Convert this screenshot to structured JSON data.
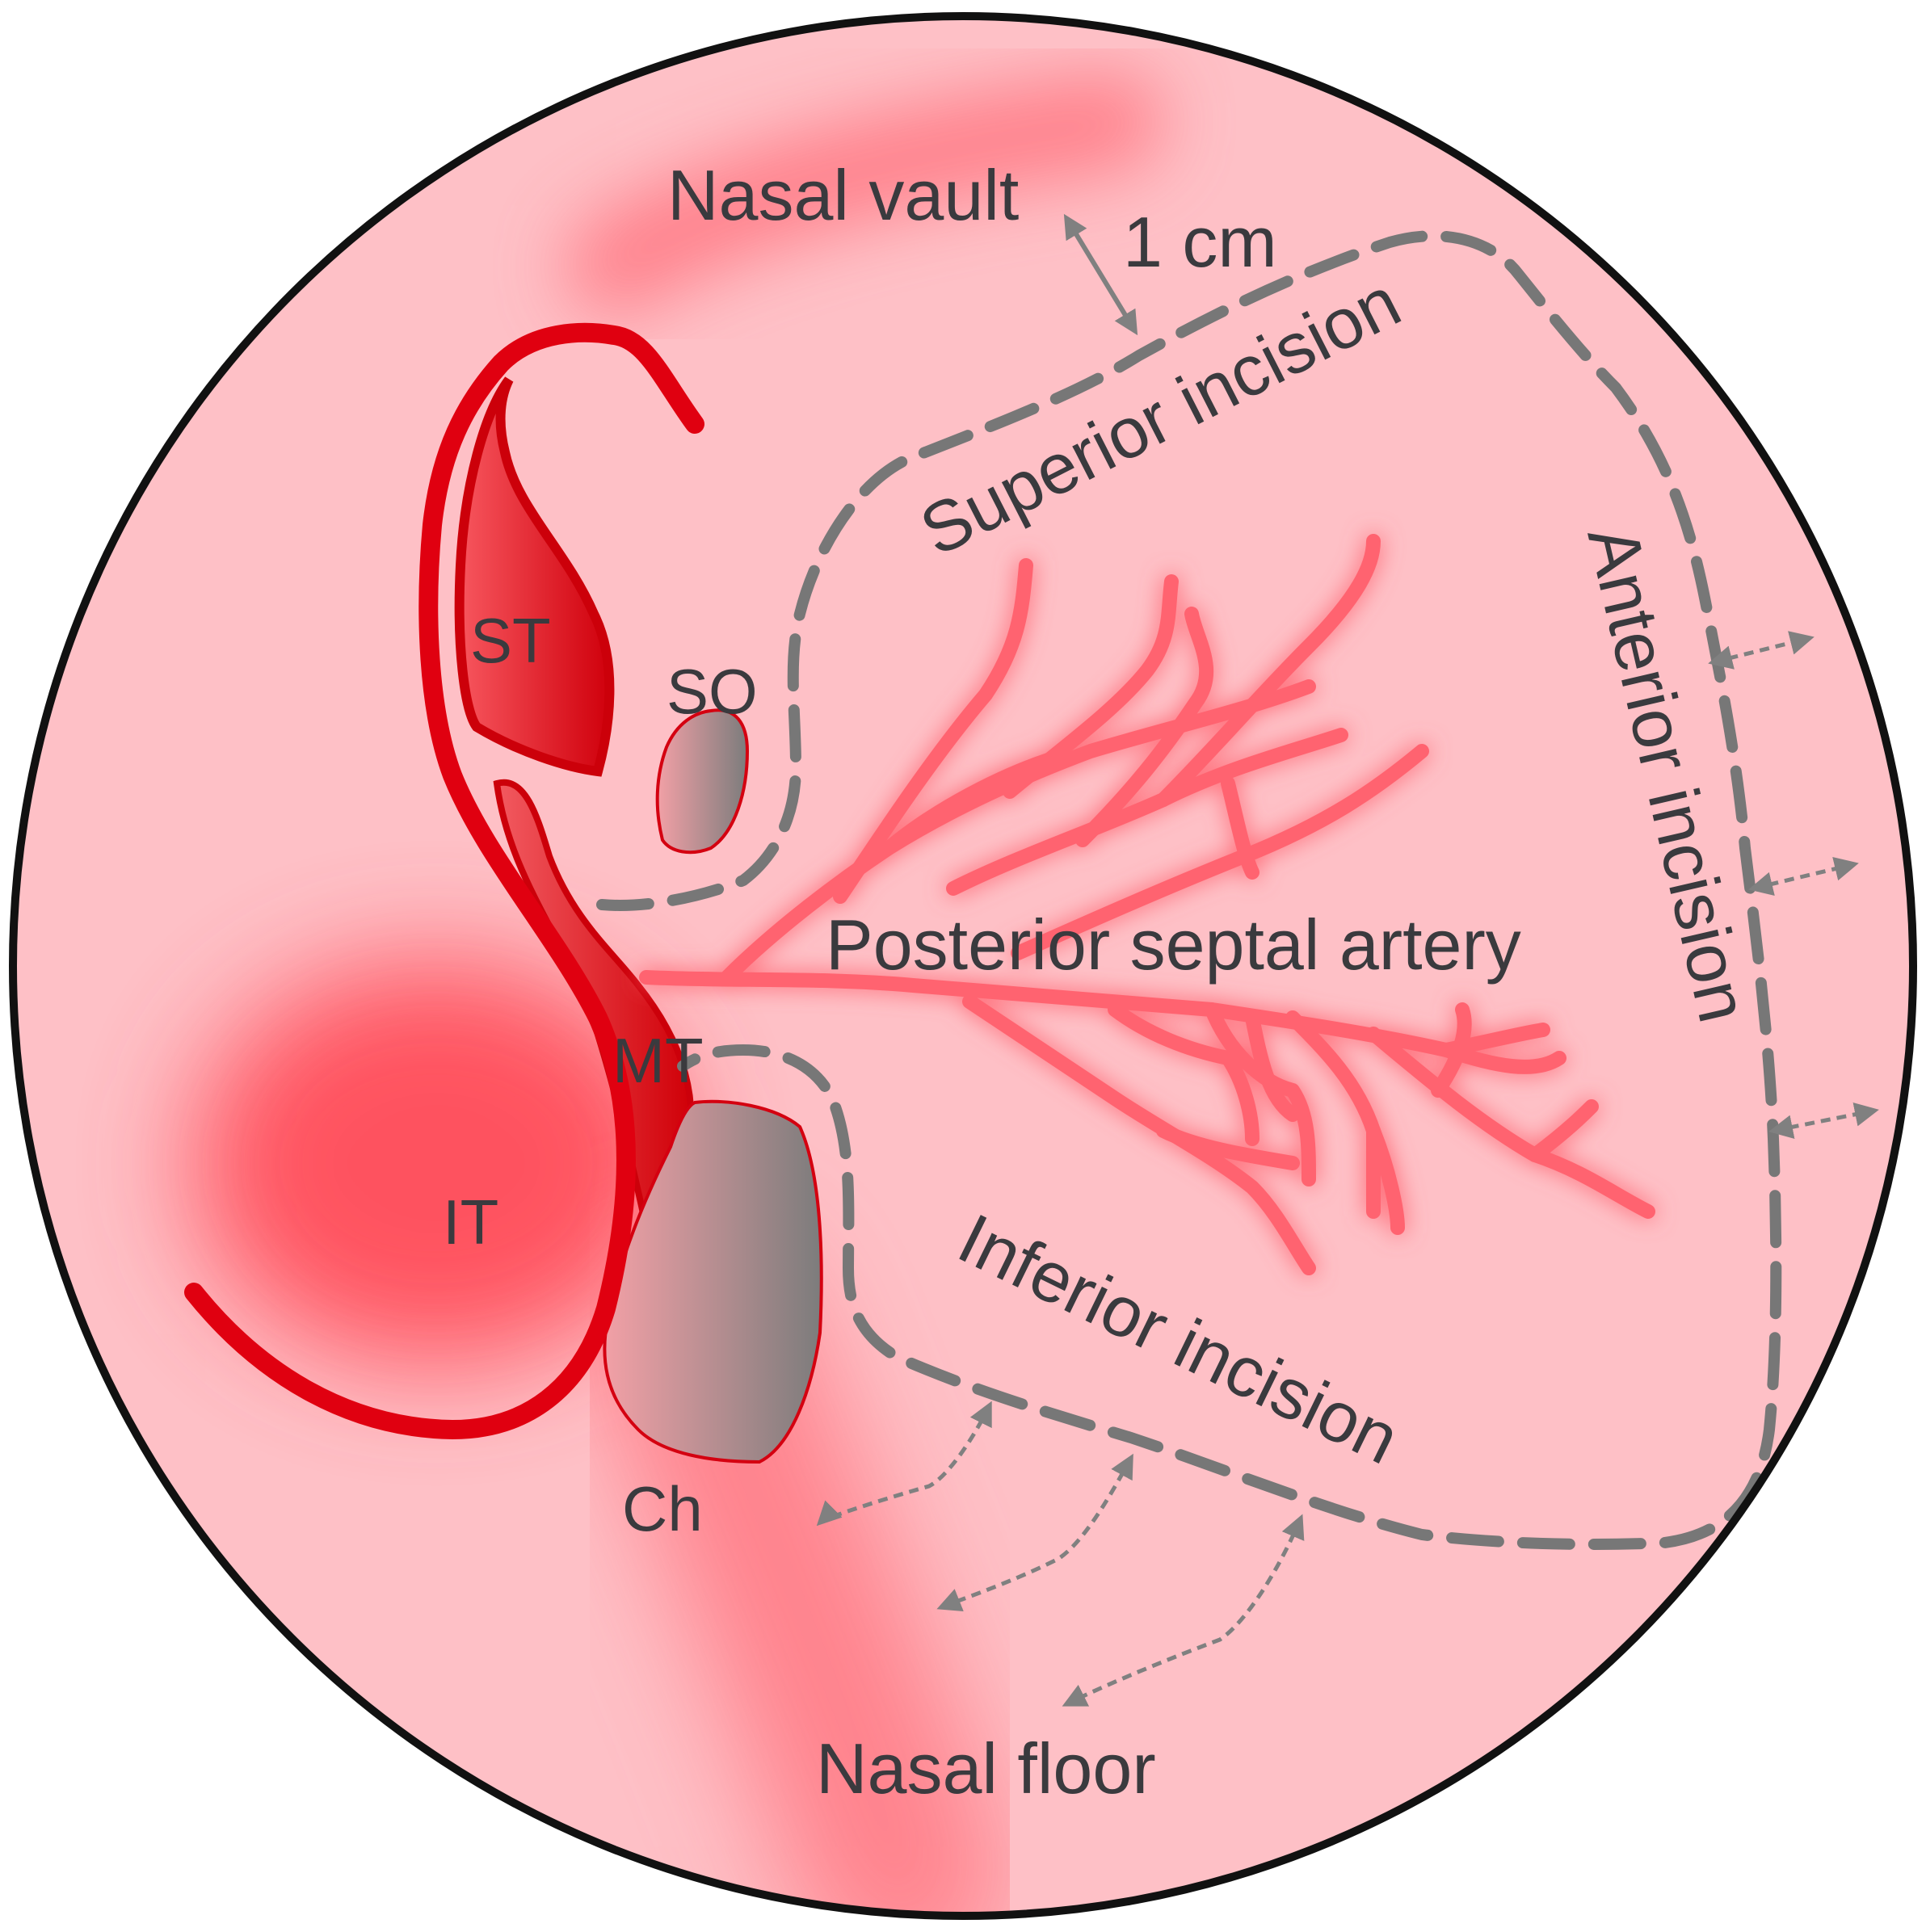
{
  "labels": {
    "nasal_vault": "Nasal vault",
    "one_cm": "1 cm",
    "superior_incision": "Superior incision",
    "anterior_incision": "Anterior incision",
    "inferior_incision": "Inferior incision",
    "posterior_septal_artery": "Posterior septal artery",
    "nasal_floor": "Nasal floor",
    "st": "ST",
    "so": "SO",
    "mt": "MT",
    "it": "IT",
    "ch": "Ch"
  },
  "colors": {
    "mucosa": "#fec0c6",
    "blush": "#ff6f7a",
    "turbinate_red": "#e00010",
    "artery": "#ff6470",
    "incision_dash": "#777777",
    "bone_gray": "#808080",
    "outline": "#111111",
    "text": "#3a3a3e"
  }
}
